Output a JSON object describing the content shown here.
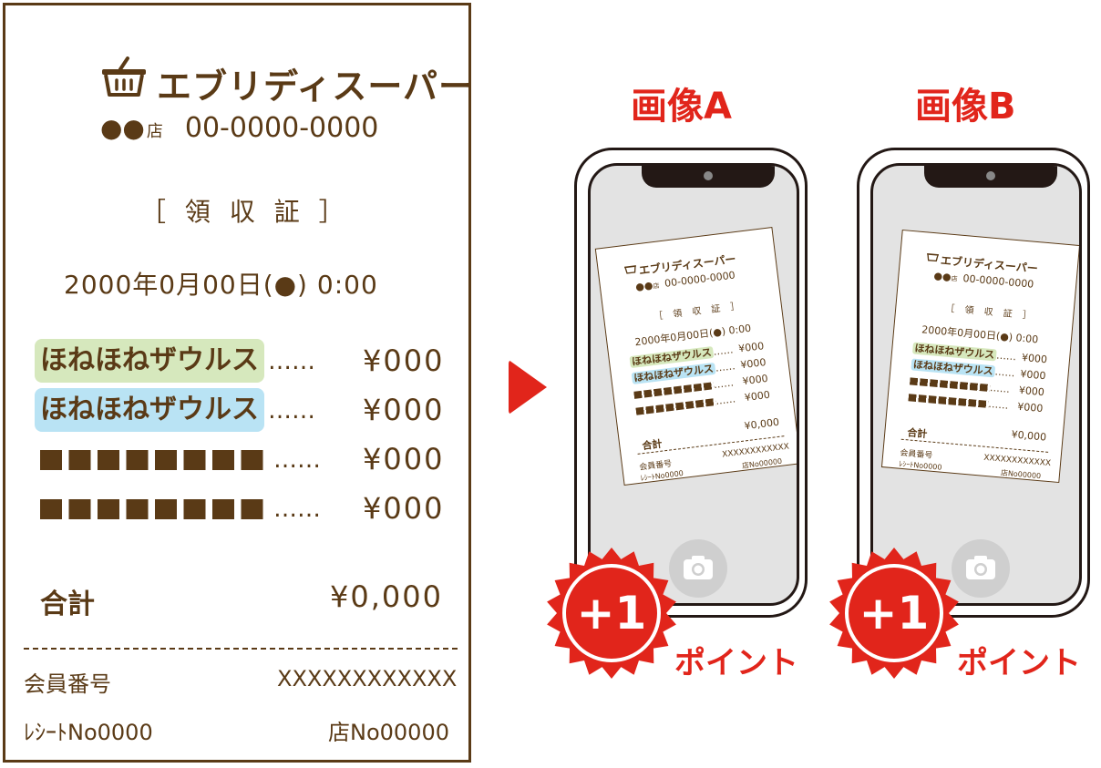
{
  "receipt": {
    "store_name": "エブリディスーパー",
    "store_marks": "●●",
    "store_suffix": "店",
    "phone": "00-0000-0000",
    "title": "［ 領 収 証 ］",
    "datetime": "2000年0月00日(●) 0:00",
    "items": [
      {
        "name": "ほねほねザウルス",
        "dots": "……",
        "price": "¥000",
        "highlight": "green"
      },
      {
        "name": "ほねほねザウルス",
        "dots": "……",
        "price": "¥000",
        "highlight": "blue"
      },
      {
        "name": "■■■■■■■■",
        "dots": "……",
        "price": "¥000",
        "highlight": "none"
      },
      {
        "name": "■■■■■■■■",
        "dots": "……",
        "price": "¥000",
        "highlight": "none"
      }
    ],
    "total_label": "合計",
    "total_value": "¥0,000",
    "member_label": "会員番号",
    "member_value": "XXXXXXXXXXXX",
    "receipt_no": "ﾚｼｰﾄNo0000",
    "store_no": "店No00000"
  },
  "mini_receipt": {
    "item_price": "¥000",
    "dots": "……"
  },
  "image_a": {
    "title": "画像A"
  },
  "image_b": {
    "title": "画像B"
  },
  "badge": {
    "value": "+1",
    "label": "ポイント"
  },
  "colors": {
    "brown": "#5a3a16",
    "red": "#e1251b",
    "green_highlight": "#d6e8bd",
    "blue_highlight": "#b9e3f4"
  },
  "icons": [
    "basket-icon",
    "play-arrow-icon",
    "camera-icon",
    "starburst-badge-icon"
  ]
}
